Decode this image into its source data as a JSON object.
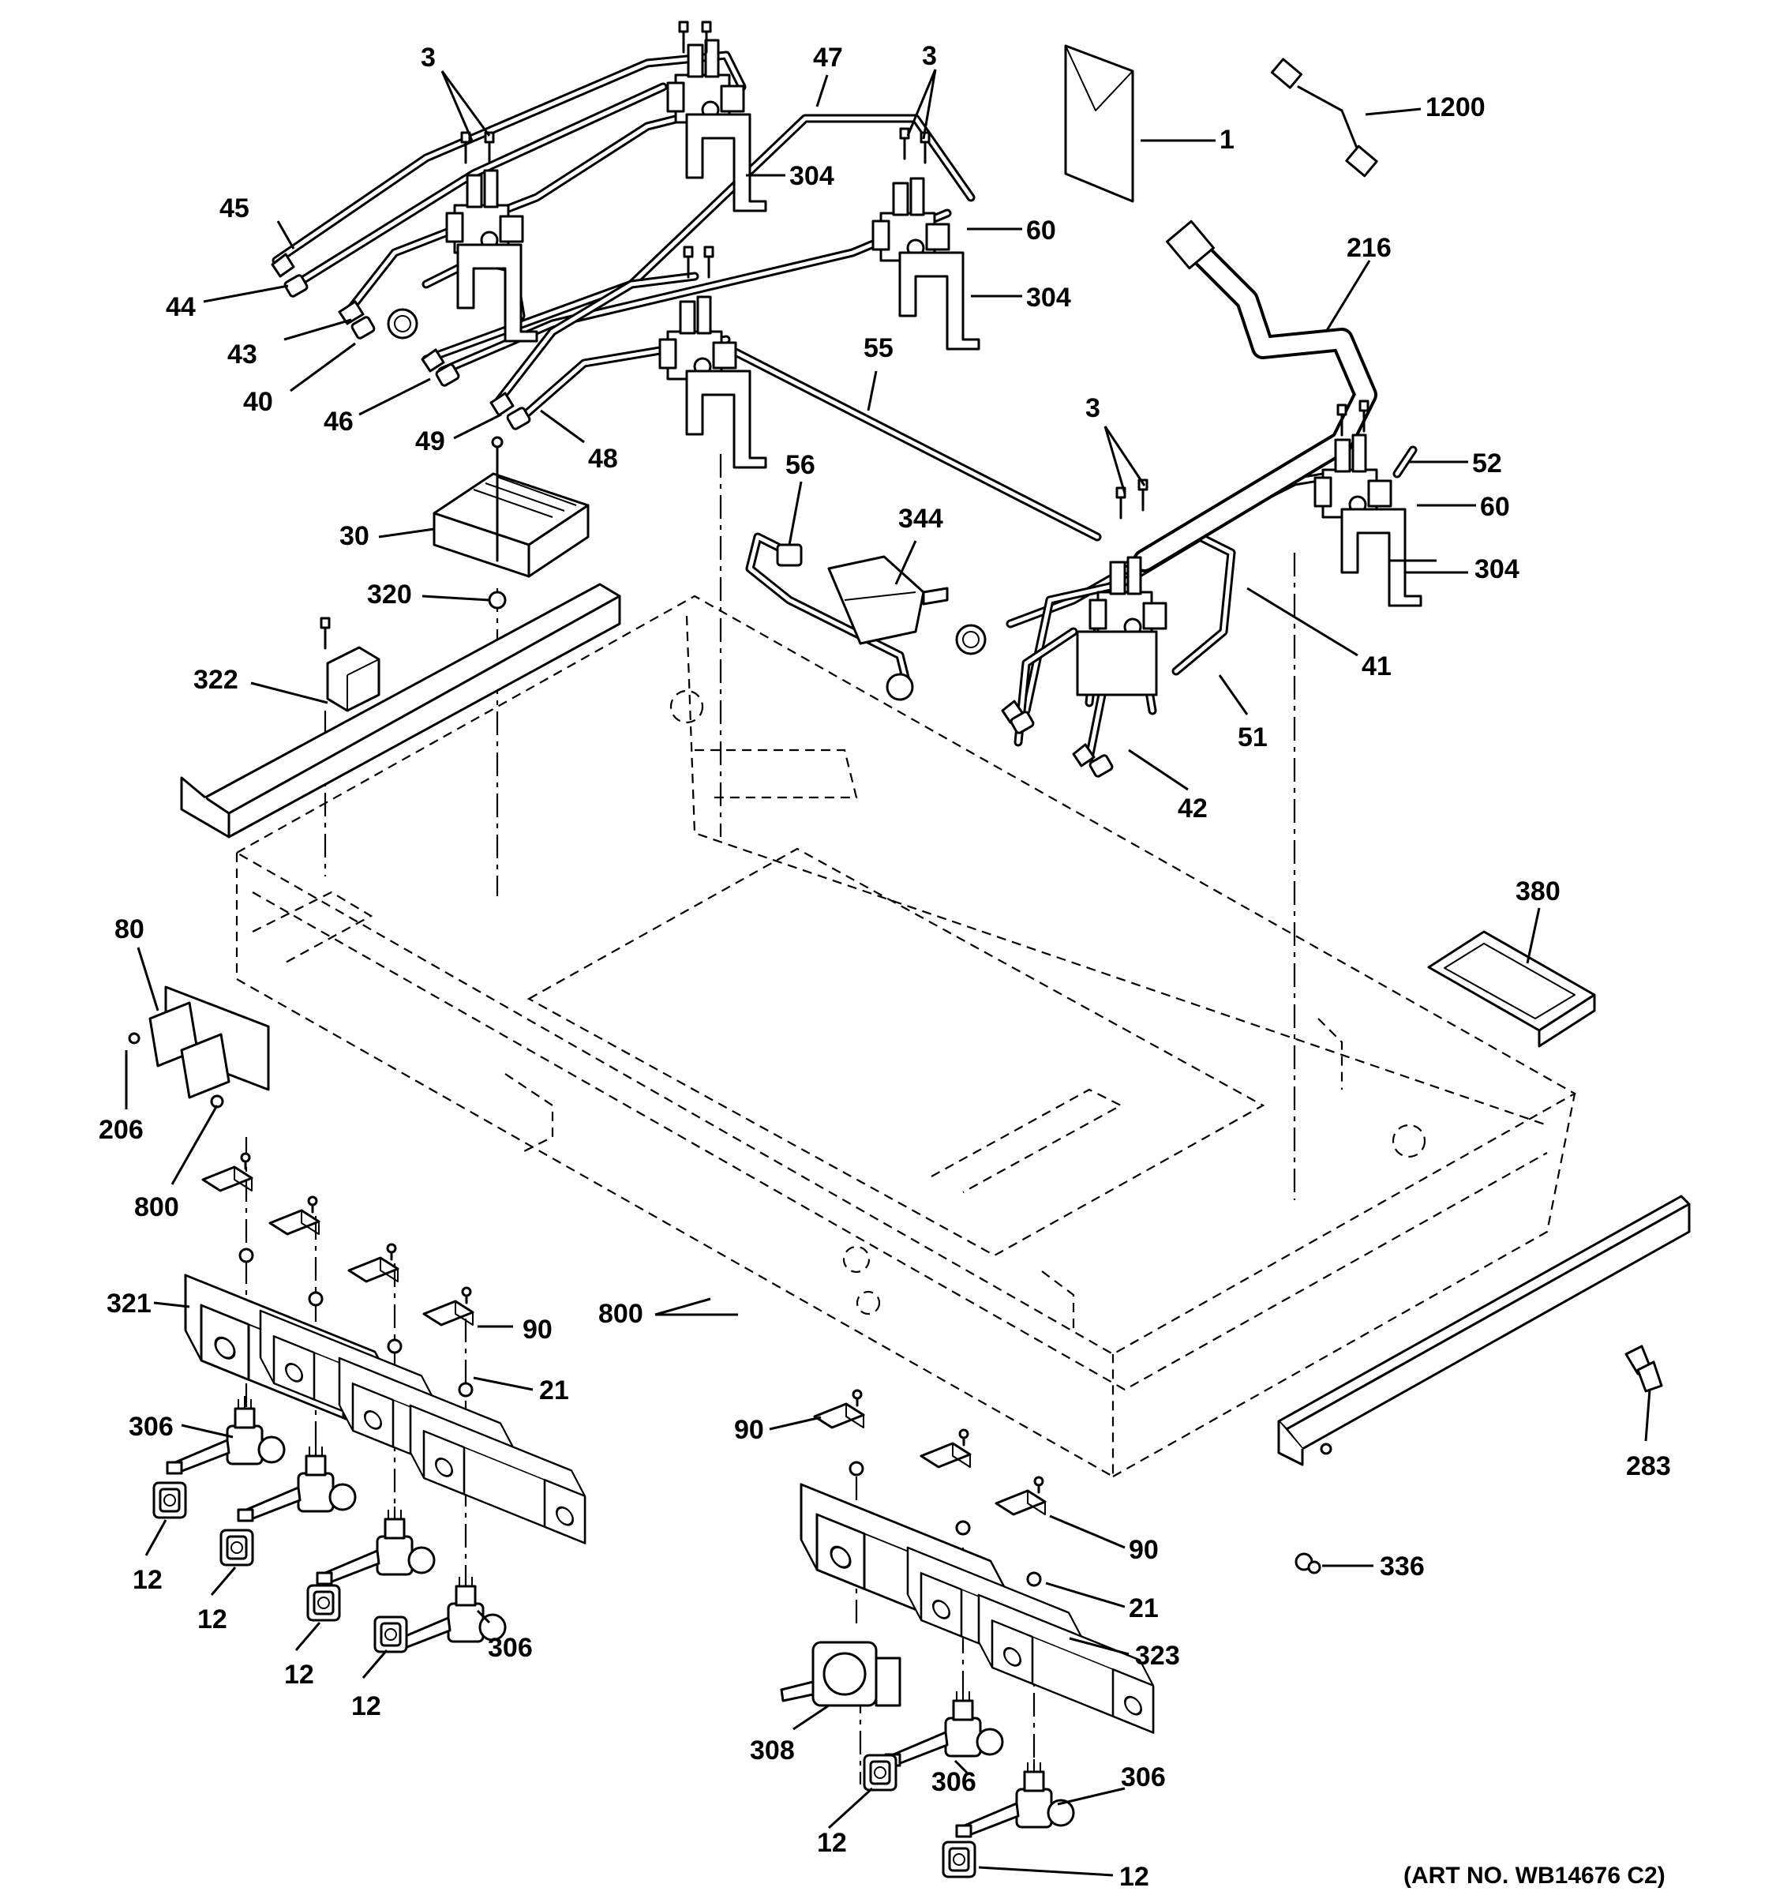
{
  "diagram": {
    "art_number": "(ART NO. WB14676 C2)",
    "callouts": {
      "c3_left": "3",
      "c3_mid": "3",
      "c3_right": "3",
      "c47": "47",
      "c1": "1",
      "c1200": "1200",
      "c304_a": "304",
      "c304_b": "304",
      "c304_c": "304",
      "c45": "45",
      "c44": "44",
      "c43": "43",
      "c40": "40",
      "c46": "46",
      "c49": "49",
      "c48": "48",
      "c60_a": "60",
      "c60_b": "60",
      "c216": "216",
      "c55": "55",
      "c52": "52",
      "c30": "30",
      "c320": "320",
      "c56": "56",
      "c344": "344",
      "c322": "322",
      "c41": "41",
      "c51": "51",
      "c42": "42",
      "c380": "380",
      "c80": "80",
      "c206": "206",
      "c800_a": "800",
      "c800_b": "800",
      "c321": "321",
      "c90_a": "90",
      "c21_a": "21",
      "c306_a": "306",
      "c306_b": "306",
      "c12_a": "12",
      "c12_b": "12",
      "c12_c": "12",
      "c12_d": "12",
      "c90_b": "90",
      "c90_c": "90",
      "c21_b": "21",
      "c323": "323",
      "c308": "308",
      "c306_c": "306",
      "c306_d": "306",
      "c12_e": "12",
      "c12_f": "12",
      "c283": "283",
      "c336": "336"
    }
  }
}
